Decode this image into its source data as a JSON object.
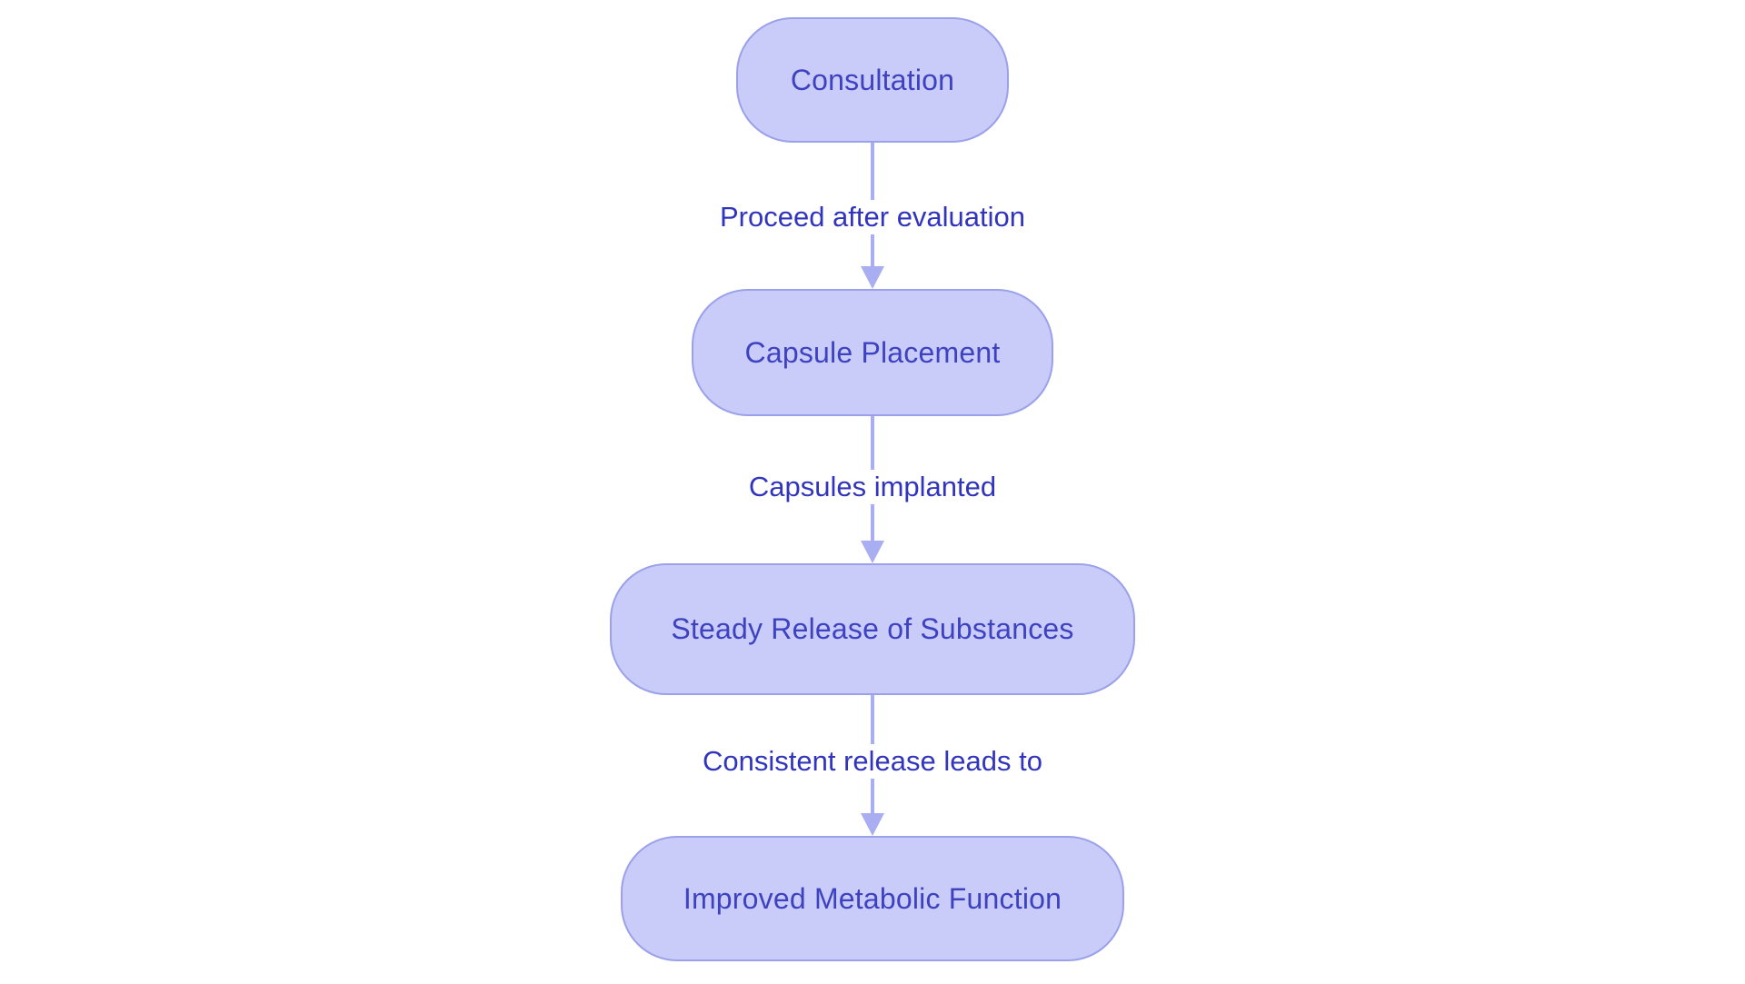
{
  "diagram": {
    "type": "flowchart",
    "direction": "top-down",
    "nodes": [
      {
        "id": "consultation",
        "label": "Consultation"
      },
      {
        "id": "capsule-placement",
        "label": "Capsule Placement"
      },
      {
        "id": "steady-release",
        "label": "Steady Release of Substances"
      },
      {
        "id": "improved-metabolic-function",
        "label": "Improved Metabolic Function"
      }
    ],
    "edges": [
      {
        "from": "consultation",
        "to": "capsule-placement",
        "label": "Proceed after evaluation"
      },
      {
        "from": "capsule-placement",
        "to": "steady-release",
        "label": "Capsules implanted"
      },
      {
        "from": "steady-release",
        "to": "improved-metabolic-function",
        "label": "Consistent release leads to"
      }
    ],
    "colors": {
      "background": "#ffffff",
      "node_fill": "#c9ccf8",
      "node_border": "#9aa1e9",
      "node_text": "#3e42c1",
      "edge_label_text": "#3134bd",
      "arrow": "#a9aef2"
    }
  }
}
